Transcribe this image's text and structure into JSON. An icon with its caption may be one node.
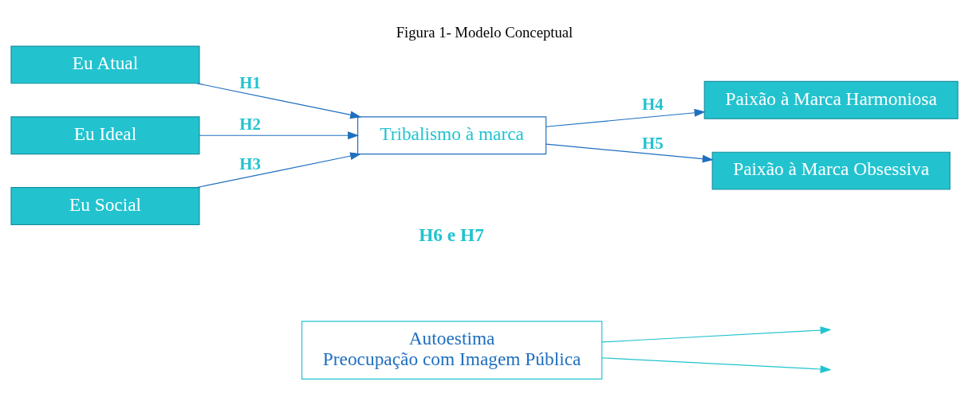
{
  "diagram": {
    "title": "Figura 1- Modelo Conceptual",
    "nodes": [
      {
        "text": [
          "Eu Atual"
        ]
      },
      {
        "text": [
          "Eu Ideal"
        ]
      },
      {
        "text": [
          "Eu Social"
        ]
      },
      {
        "text": [
          "Tribalismo à marca"
        ]
      },
      {
        "text": [
          "Paixão à Marca Harmoniosa"
        ]
      },
      {
        "text": [
          "Paixão à Marca Obsessiva"
        ]
      },
      {
        "text": [
          "Autoestima",
          "Preocupação com Imagem Pública"
        ]
      }
    ],
    "edges": [
      {
        "from": 0,
        "to": 3,
        "arrow": "to",
        "label": "H1"
      },
      {
        "from": 1,
        "to": 3,
        "arrow": "to",
        "label": "H2"
      },
      {
        "from": 2,
        "to": 3,
        "arrow": "to",
        "label": "H3"
      },
      {
        "from": 3,
        "to": 4,
        "arrow": "to",
        "label": "H4"
      },
      {
        "from": 3,
        "to": 5,
        "arrow": "to",
        "label": "H5"
      },
      {
        "from": 6,
        "to": null,
        "arrow": "to",
        "color": "#22c3cf"
      },
      {
        "from": 6,
        "to": null,
        "arrow": "to",
        "color": "#22c3cf"
      }
    ],
    "labels": [
      "H6 e H7"
    ]
  }
}
